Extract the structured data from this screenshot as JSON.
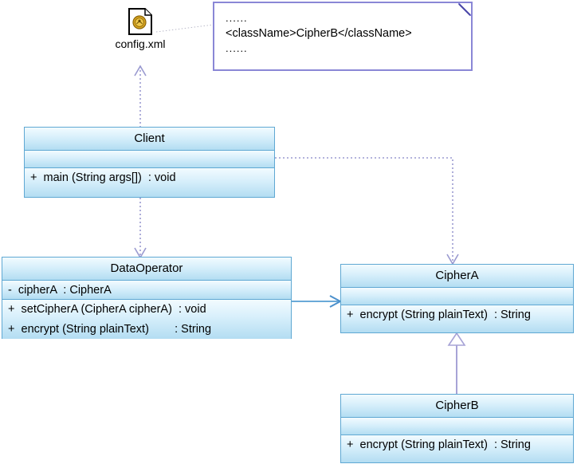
{
  "diagram": {
    "title": "UML class diagram",
    "colors": {
      "class_border": "#5fa8d3",
      "class_fill_top": "#f2fbff",
      "class_fill_bottom": "#b3ddf2",
      "note_border": "#8a87d6",
      "dependency_line": "#9a9ad0",
      "association_line": "#6aa9d8",
      "generalization_line": "#a7a3d6",
      "icon_seal": "#d9a520",
      "background": "#ffffff"
    },
    "file_node": {
      "icon": "xml-file-icon",
      "label": "config.xml"
    },
    "note": {
      "lines": [
        "......",
        "<className>CipherB</className>",
        "......"
      ]
    },
    "classes": [
      {
        "name": "Client",
        "attributes": [],
        "operations": [
          "+  main (String args[])  : void"
        ]
      },
      {
        "name": "DataOperator",
        "attributes": [
          "-  cipherA  : CipherA"
        ],
        "operations": [
          "+  setCipherA (CipherA cipherA)  : void",
          "+  encrypt (String plainText)        : String"
        ]
      },
      {
        "name": "CipherA",
        "attributes": [],
        "operations": [
          "+  encrypt (String plainText)  : String"
        ]
      },
      {
        "name": "CipherB",
        "attributes": [],
        "operations": [
          "+  encrypt (String plainText)  : String"
        ]
      }
    ],
    "relations": [
      {
        "kind": "dependency",
        "from": "Client",
        "to": "config.xml"
      },
      {
        "kind": "dependency",
        "from": "Client",
        "to": "DataOperator"
      },
      {
        "kind": "dependency",
        "from": "Client",
        "to": "CipherA"
      },
      {
        "kind": "association",
        "from": "DataOperator",
        "to": "CipherA"
      },
      {
        "kind": "generalization",
        "from": "CipherB",
        "to": "CipherA"
      },
      {
        "kind": "anchor",
        "from": "config.xml",
        "to": "note"
      }
    ]
  }
}
